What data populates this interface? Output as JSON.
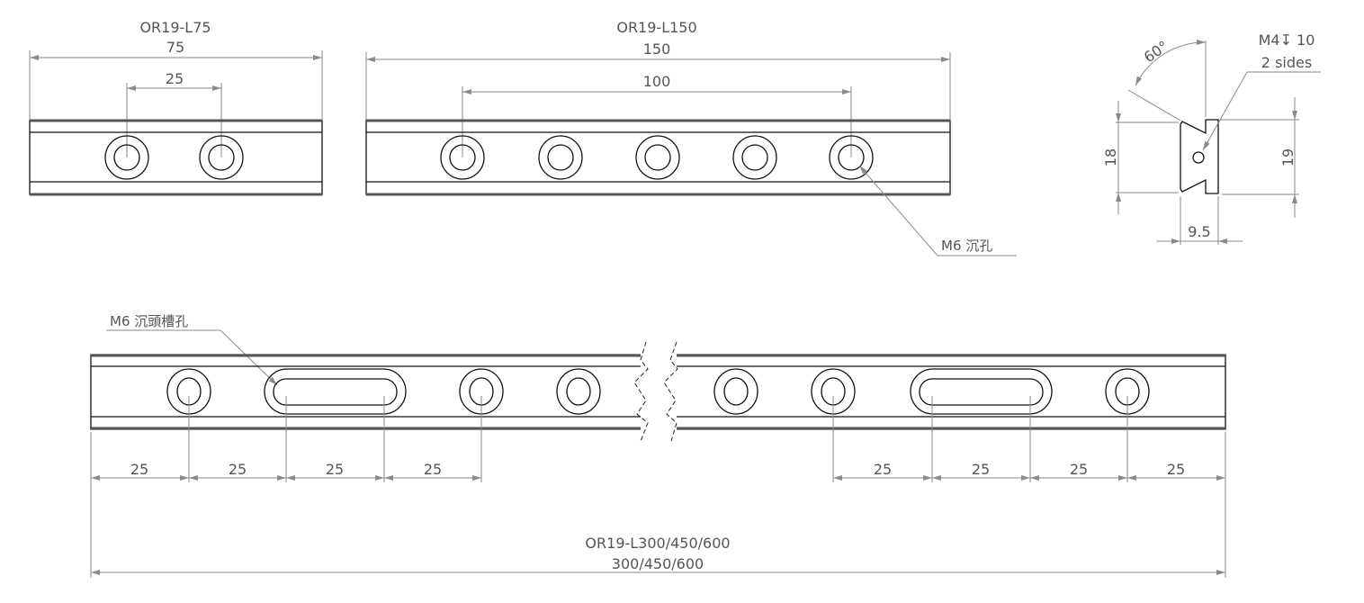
{
  "view_l75": {
    "title": "OR19-L75",
    "length": "75",
    "pitch": "25"
  },
  "view_l150": {
    "title": "OR19-L150",
    "length": "150",
    "pitch": "100",
    "hole_note": "M6 沉孔"
  },
  "section": {
    "angle": "60°",
    "thread_note": "M4↧ 10",
    "thread_note2": "2 sides",
    "height_left": "18",
    "height_right": "19",
    "width": "9.5"
  },
  "view_long": {
    "slot_note": "M6 沉頭槽孔",
    "left_dims": [
      "25",
      "25",
      "25",
      "25"
    ],
    "right_dims": [
      "25",
      "25",
      "25",
      "25"
    ],
    "title": "OR19-L300/450/600",
    "length": "300/450/600"
  }
}
